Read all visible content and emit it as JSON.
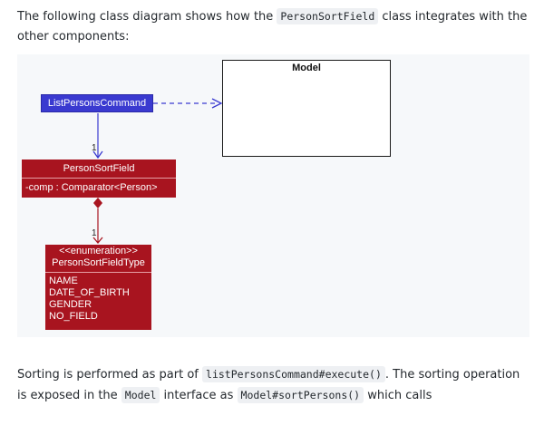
{
  "intro": {
    "before": "The following class diagram shows how the ",
    "code": "PersonSortField",
    "after": " class integrates with the other components:"
  },
  "diagram": {
    "model": "Model",
    "list_persons_command": "ListPersonsCommand",
    "person_sort_field": {
      "title": "PersonSortField",
      "attribute": "-comp : Comparator<Person>"
    },
    "person_sort_field_type": {
      "stereotype": "<<enumeration>>",
      "title": "PersonSortFieldType",
      "values": [
        "NAME",
        "DATE_OF_BIRTH",
        "GENDER",
        "NO_FIELD"
      ]
    },
    "multiplicity_1": "1",
    "multiplicity_2": "1"
  },
  "outro": {
    "t1": "Sorting is performed as part of ",
    "c1": "listPersonsCommand#execute()",
    "t2": ". The sorting operation is exposed in the ",
    "c2": "Model",
    "t3": " interface as ",
    "c3": "Model#sortPersons()",
    "t4": " which calls"
  }
}
